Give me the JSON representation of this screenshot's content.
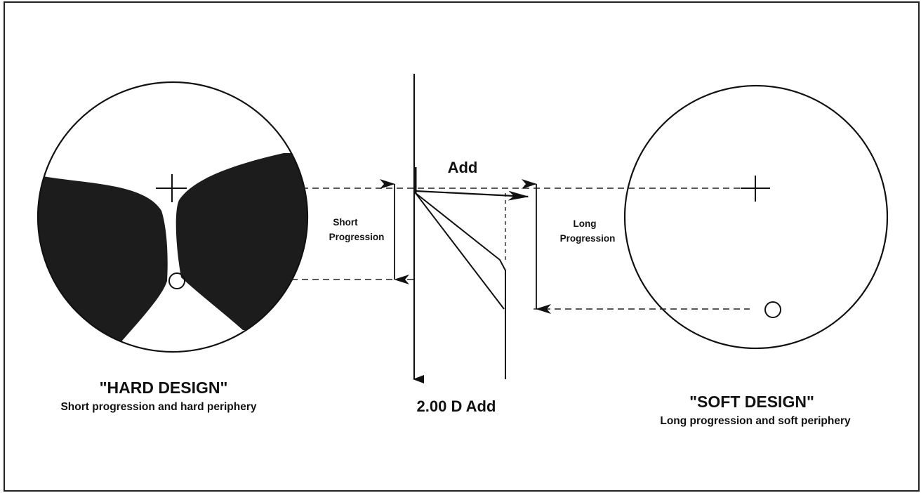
{
  "hard_design": {
    "title": "\"HARD DESIGN\"",
    "subtitle": "Short progression and hard periphery"
  },
  "soft_design": {
    "title": "\"SOFT DESIGN\"",
    "subtitle": "Long progression and soft periphery"
  },
  "center_graph": {
    "top_label": "Add",
    "bottom_label": "2.00 D Add",
    "short_progression_line1": "Short",
    "short_progression_line2": "Progression",
    "long_progression_line1": "Long",
    "long_progression_line2": "Progression"
  },
  "colors": {
    "ink": "#111111",
    "shaded_region": "#1c1c1c",
    "background": "#ffffff"
  }
}
